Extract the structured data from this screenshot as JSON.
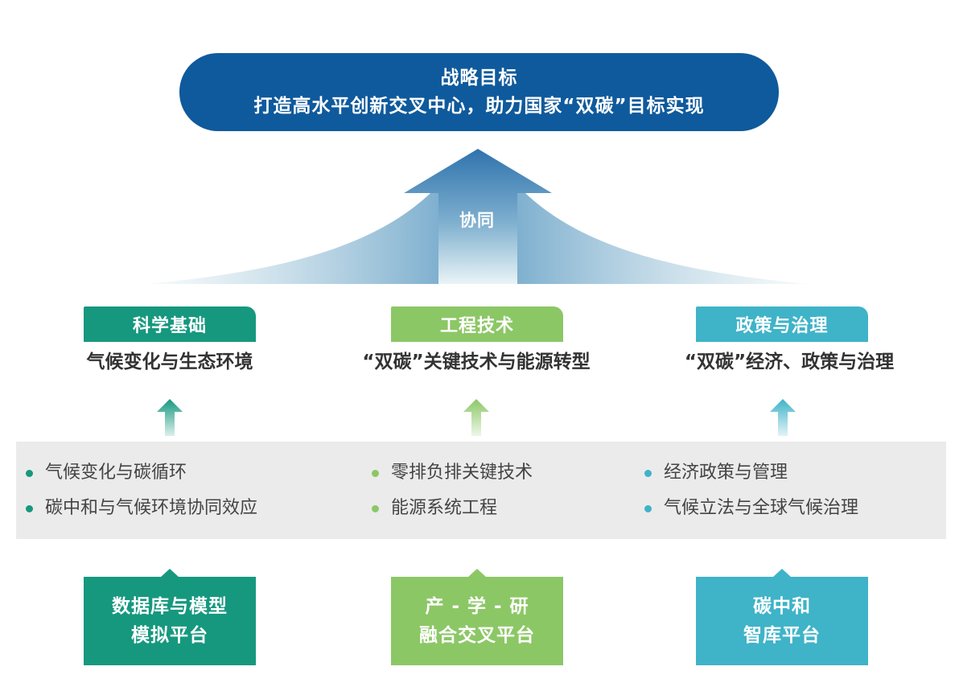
{
  "goal": {
    "title": "战略目标",
    "text": "打造高水平创新交叉中心，助力国家“双碳”目标实现"
  },
  "synergy_label": "协同",
  "pillars": [
    {
      "tag": "科学基础",
      "subtitle": "气候变化与生态环境",
      "color": "#16987e",
      "bullets": [
        "气候变化与碳循环",
        "碳中和与气候环境协同效应"
      ],
      "platform": [
        "数据库与模型",
        "模拟平台"
      ]
    },
    {
      "tag": "工程技术",
      "subtitle": "“双碳”关键技术与能源转型",
      "color": "#8cc766",
      "bullets": [
        "零排负排关键技术",
        "能源系统工程"
      ],
      "platform": [
        "产 - 学 - 研",
        "融合交叉平台"
      ]
    },
    {
      "tag": "政策与治理",
      "subtitle": "“双碳”经济、政策与治理",
      "color": "#3fb3c8",
      "bullets": [
        "经济政策与管理",
        "气候立法与全球气候治理"
      ],
      "platform": [
        "碳中和",
        "智库平台"
      ]
    }
  ],
  "colors": {
    "goal": "#0f5a9c",
    "arrow_top": "#2f73ad",
    "band": "#ebebeb"
  }
}
